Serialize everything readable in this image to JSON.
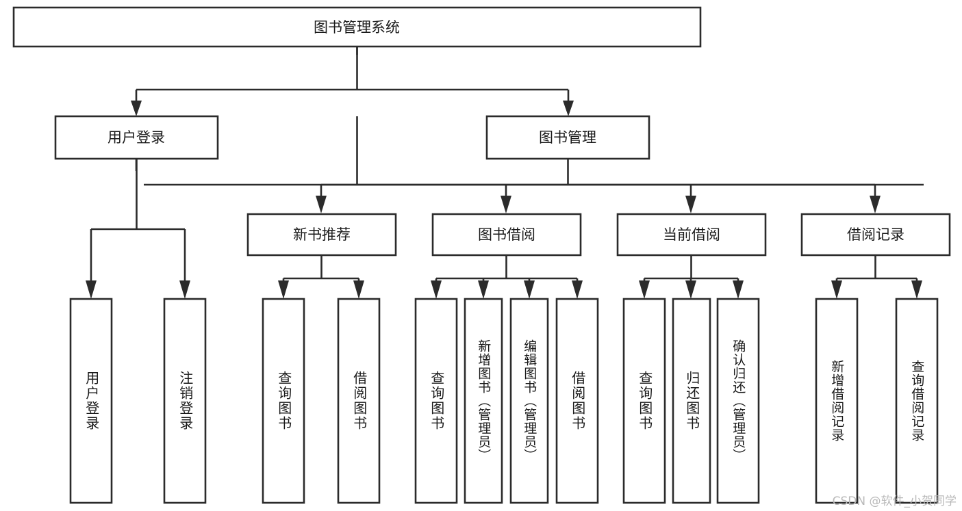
{
  "diagram": {
    "title": "图书管理系统",
    "watermark": "CSDN @软件_小贺同学",
    "colors": {
      "background": "#ffffff",
      "box_fill": "#ffffff",
      "box_stroke": "#2b2b2b",
      "connector": "#2b2b2b",
      "text": "#1a1a1a",
      "watermark": "#b9b9b9"
    },
    "root": {
      "label": "图书管理系统"
    },
    "level2": [
      {
        "label": "用户登录"
      },
      {
        "label": "图书管理"
      }
    ],
    "level3": [
      {
        "label": "新书推荐"
      },
      {
        "label": "图书借阅"
      },
      {
        "label": "当前借阅"
      },
      {
        "label": "借阅记录"
      }
    ],
    "leaves": {
      "user_login": [
        {
          "label": "用户登录"
        },
        {
          "label": "注销登录"
        }
      ],
      "new_book_recommend": [
        {
          "label": "查询图书"
        },
        {
          "label": "借阅图书"
        }
      ],
      "book_borrow": [
        {
          "label": "查询图书"
        },
        {
          "label": "新增图书（管理员）"
        },
        {
          "label": "编辑图书（管理员）"
        },
        {
          "label": "借阅图书"
        }
      ],
      "current_borrow": [
        {
          "label": "查询图书"
        },
        {
          "label": "归还图书"
        },
        {
          "label": "确认归还（管理员）"
        }
      ],
      "borrow_record": [
        {
          "label": "新增借阅记录"
        },
        {
          "label": "查询借阅记录"
        }
      ]
    }
  }
}
